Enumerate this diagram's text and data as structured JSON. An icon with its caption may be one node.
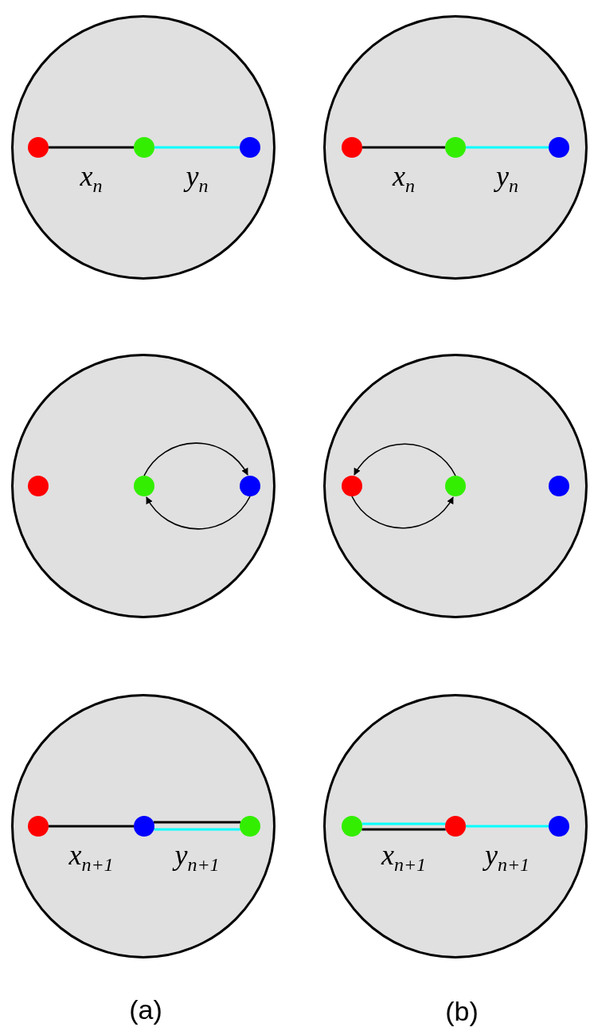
{
  "diagram": {
    "nodes": [
      {
        "text": [],
        "shape": "circle"
      },
      {
        "text": [],
        "shape": "circle",
        "in": 0
      },
      {
        "text": [],
        "shape": "circle",
        "in": 0
      },
      {
        "text": [],
        "shape": "circle",
        "in": 0
      },
      {
        "text": [],
        "shape": "circle"
      },
      {
        "text": [],
        "shape": "circle",
        "in": 4
      },
      {
        "text": [],
        "shape": "circle",
        "in": 4
      },
      {
        "text": [],
        "shape": "circle",
        "in": 4
      },
      {
        "text": [],
        "shape": "circle"
      },
      {
        "text": [],
        "shape": "circle",
        "in": 8
      },
      {
        "text": [],
        "shape": "circle",
        "in": 8
      },
      {
        "text": [],
        "shape": "circle",
        "in": 8
      },
      {
        "text": [],
        "shape": "circle"
      },
      {
        "text": [],
        "shape": "circle",
        "in": 12
      },
      {
        "text": [],
        "shape": "circle",
        "in": 12
      },
      {
        "text": [],
        "shape": "circle",
        "in": 12
      },
      {
        "text": [],
        "shape": "circle"
      },
      {
        "text": [],
        "shape": "circle",
        "in": 16
      },
      {
        "text": [],
        "shape": "circle",
        "in": 16
      },
      {
        "text": [],
        "shape": "circle",
        "in": 16
      },
      {
        "text": [],
        "shape": "circle"
      },
      {
        "text": [],
        "shape": "circle",
        "in": 20
      },
      {
        "text": [],
        "shape": "circle",
        "in": 20
      },
      {
        "text": [],
        "shape": "circle",
        "in": 20
      }
    ],
    "edges": [
      {
        "from": 1,
        "to": 2,
        "arrow": "none",
        "label": "x$_{n}$",
        "color": "#000000"
      },
      {
        "from": 2,
        "to": 3,
        "arrow": "none",
        "label": "y$_{n}$",
        "color": "#00ffff"
      },
      {
        "from": 5,
        "to": 6,
        "arrow": "none",
        "label": "x$_{n}$",
        "color": "#000000"
      },
      {
        "from": 6,
        "to": 7,
        "arrow": "none",
        "label": "y$_{n}$",
        "color": "#00ffff"
      },
      {
        "from": 10,
        "to": 11,
        "arrow": "to",
        "color": "#000000"
      },
      {
        "from": 11,
        "to": 10,
        "arrow": "to",
        "color": "#000000"
      },
      {
        "from": 14,
        "to": 13,
        "arrow": "to",
        "color": "#000000"
      },
      {
        "from": 13,
        "to": 14,
        "arrow": "to",
        "color": "#000000"
      },
      {
        "from": 17,
        "to": 18,
        "arrow": "none",
        "label": "x$_{n+1}$",
        "color": "#000000"
      },
      {
        "from": 18,
        "to": 19,
        "arrow": "none",
        "color": "#000000"
      },
      {
        "from": 18,
        "to": 19,
        "arrow": "none",
        "label": "y$_{n+1}$",
        "color": "#00ffff"
      },
      {
        "from": 21,
        "to": 22,
        "arrow": "none",
        "color": "#00ffff"
      },
      {
        "from": 21,
        "to": 22,
        "arrow": "none",
        "label": "x$_{n+1}$",
        "color": "#000000"
      },
      {
        "from": 22,
        "to": 23,
        "arrow": "none",
        "label": "y$_{n+1}$",
        "color": "#00ffff"
      }
    ],
    "labels": [
      "(a)",
      "(b)"
    ]
  }
}
